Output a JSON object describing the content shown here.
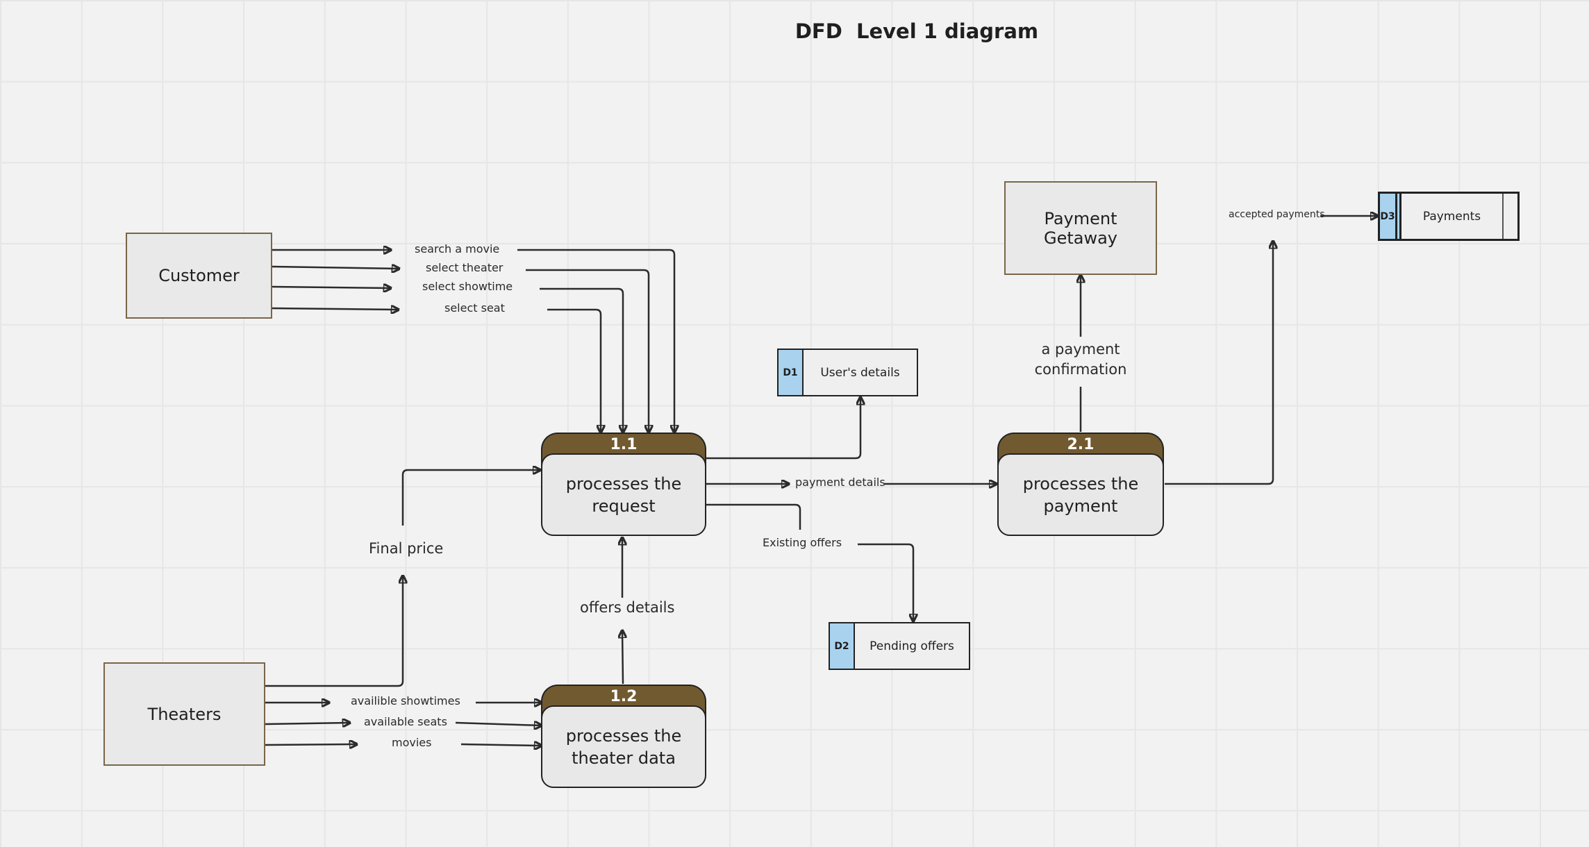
{
  "title": "DFD  Level 1 diagram",
  "entities": {
    "customer": "Customer",
    "theaters": "Theaters",
    "payment_gateway": "Payment Getaway"
  },
  "processes": {
    "p11": {
      "id": "1.1",
      "label": "processes the request"
    },
    "p12": {
      "id": "1.2",
      "label": "processes the theater data"
    },
    "p21": {
      "id": "2.1",
      "label": "processes the payment"
    }
  },
  "stores": {
    "d1": {
      "id": "D1",
      "name": "User's details"
    },
    "d2": {
      "id": "D2",
      "name": "Pending offers"
    },
    "d3": {
      "id": "D3",
      "name": "Payments"
    }
  },
  "flows": {
    "search_movie": "search a movie",
    "select_theater": "select theater",
    "select_showtime": "select showtime",
    "select_seat": "select seat",
    "final_price": "Final price",
    "offers_details": "offers details",
    "payment_details": "payment details",
    "existing_offers": "Existing offers",
    "payment_confirmation": "a payment confirmation",
    "accepted_payments": "accepted payments",
    "available_showtimes": "availible showtimes",
    "available_seats": "available seats",
    "movies": "movies"
  },
  "colors": {
    "process_header": "#725a30",
    "store_id": "#a9d2ef",
    "entity_border": "#7a6548",
    "background": "#f2f2f2"
  }
}
